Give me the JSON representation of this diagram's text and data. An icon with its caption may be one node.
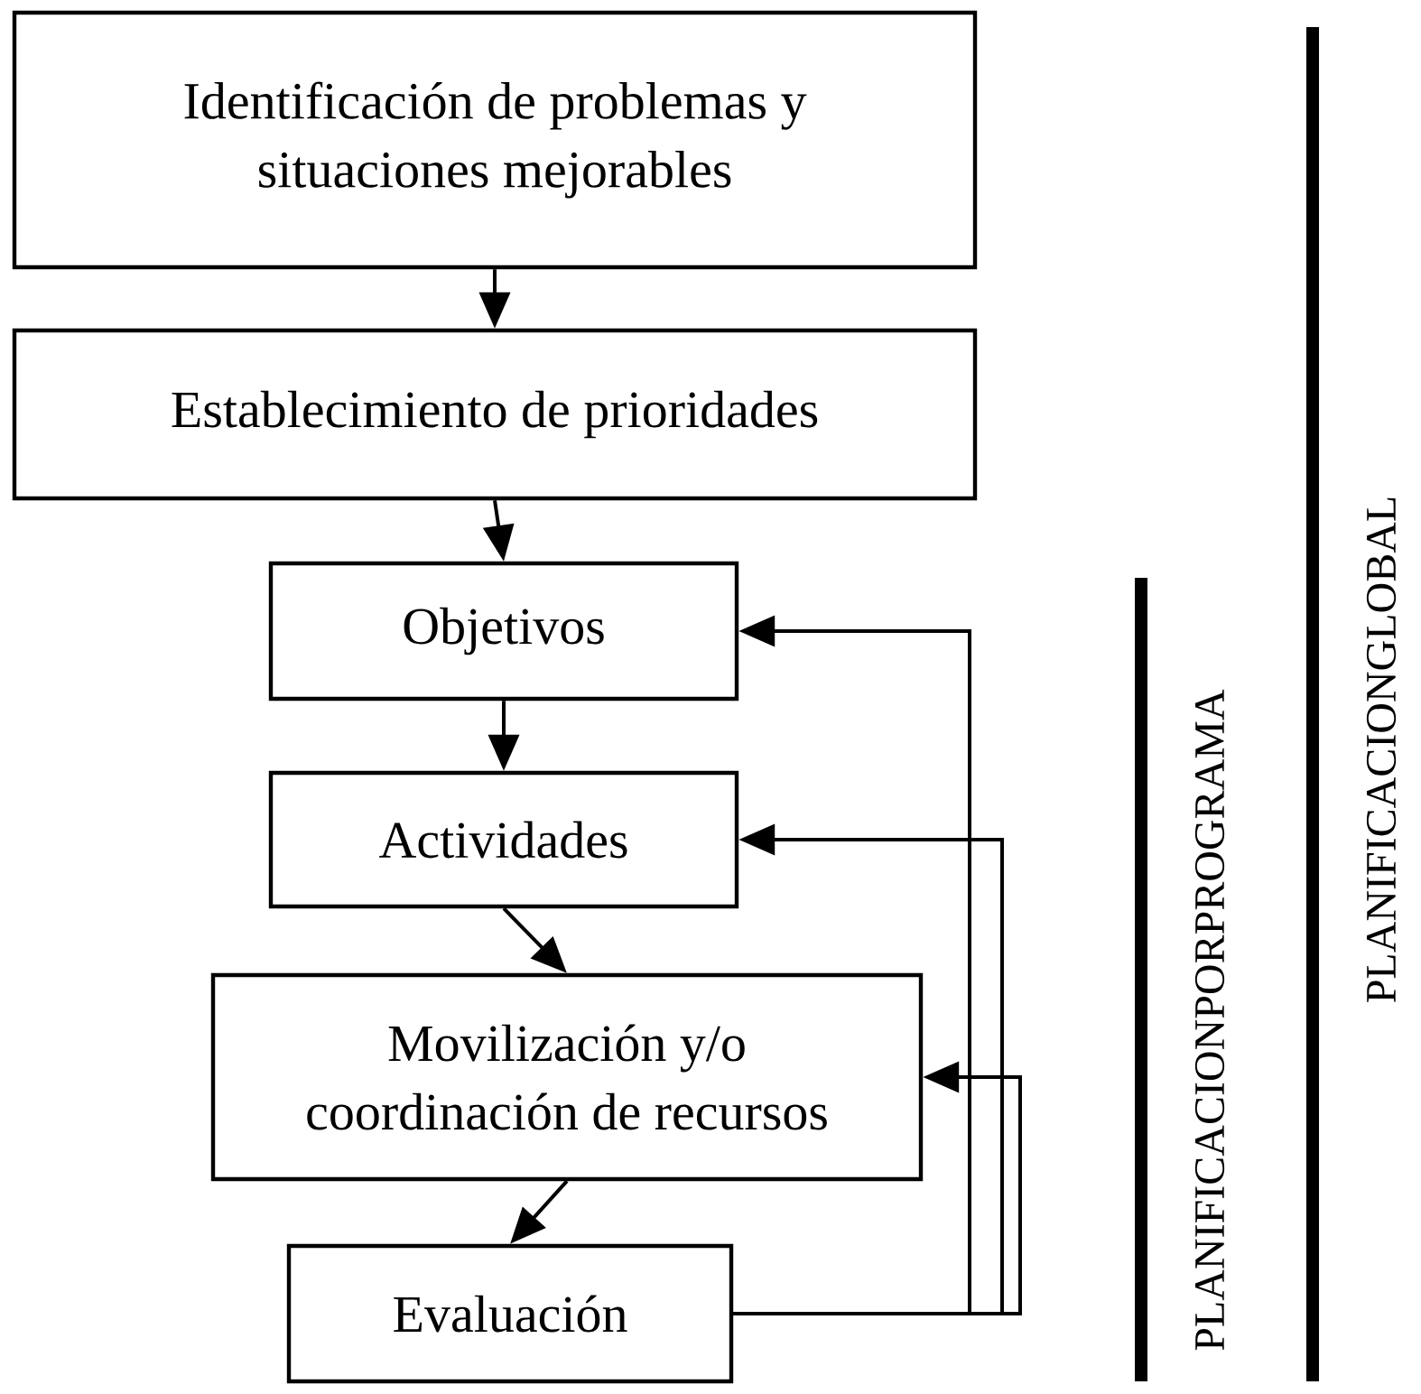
{
  "diagram": {
    "nodes": [
      {
        "text": [
          "Identificación de problemas y situaciones mejorables"
        ]
      },
      {
        "text": [
          "Establecimiento de prioridades"
        ]
      },
      {
        "text": [
          "Objetivos"
        ]
      },
      {
        "text": [
          "Actividades"
        ]
      },
      {
        "text": [
          "Movilización y/o coordinación de recursos"
        ]
      },
      {
        "text": [
          "Evaluación"
        ]
      }
    ],
    "edges": [
      {
        "from": 0,
        "to": 1,
        "arrow": "to"
      },
      {
        "from": 1,
        "to": 2,
        "arrow": "to"
      },
      {
        "from": 2,
        "to": 3,
        "arrow": "to"
      },
      {
        "from": 3,
        "to": 4,
        "arrow": "to"
      },
      {
        "from": 4,
        "to": 5,
        "arrow": "to"
      },
      {
        "from": 5,
        "to": 2,
        "arrow": "to"
      },
      {
        "from": 5,
        "to": 3,
        "arrow": "to"
      },
      {
        "from": 5,
        "to": 4,
        "arrow": "to"
      }
    ],
    "labels": [
      "PLANIFICACIONPORPROGRAMA",
      "PLANIFICACIONGLOBAL"
    ]
  }
}
